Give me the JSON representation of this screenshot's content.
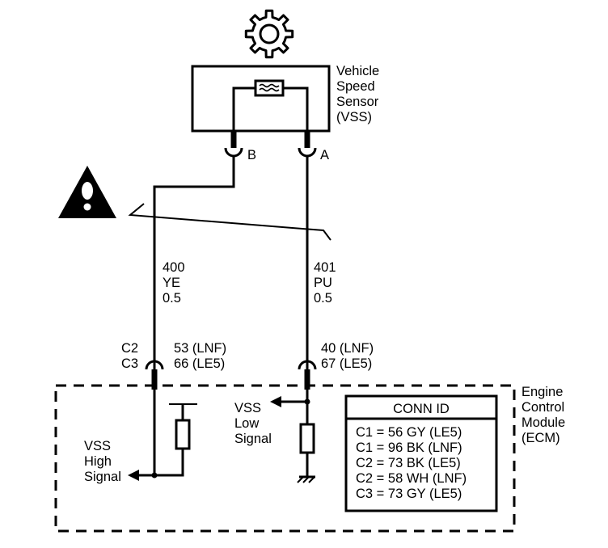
{
  "sensor": {
    "label_line1": "Vehicle",
    "label_line2": "Speed",
    "label_line3": "Sensor",
    "label_line4": "(VSS)"
  },
  "pins": {
    "left": "B",
    "right": "A"
  },
  "wire_left": {
    "circuit": "400",
    "color": "YE",
    "gauge": "0.5"
  },
  "wire_right": {
    "circuit": "401",
    "color": "PU",
    "gauge": "0.5"
  },
  "ecm_connectors": {
    "left_conn_1": "C2",
    "left_conn_2": "C3",
    "left_pin_1": "53 (LNF)",
    "left_pin_2": "66 (LE5)",
    "right_pin_1": "40 (LNF)",
    "right_pin_2": "67 (LE5)"
  },
  "ecm": {
    "label_line1": "Engine",
    "label_line2": "Control",
    "label_line3": "Module",
    "label_line4": "(ECM)"
  },
  "signals": {
    "low_line1": "VSS",
    "low_line2": "Low",
    "low_line3": "Signal",
    "high_line1": "VSS",
    "high_line2": "High",
    "high_line3": "Signal"
  },
  "conn_id": {
    "title": "CONN ID",
    "rows": [
      "C1 = 56 GY (LE5)",
      "C1 = 96 BK (LNF)",
      "C2 = 73 BK (LE5)",
      "C2 = 58 WH (LNF)",
      "C3 = 73 GY (LE5)"
    ]
  },
  "icons": {
    "gear": "gear-icon",
    "caution": "caution-icon",
    "sensor_element": "sensor-element-icon",
    "ground": "ground-icon"
  }
}
